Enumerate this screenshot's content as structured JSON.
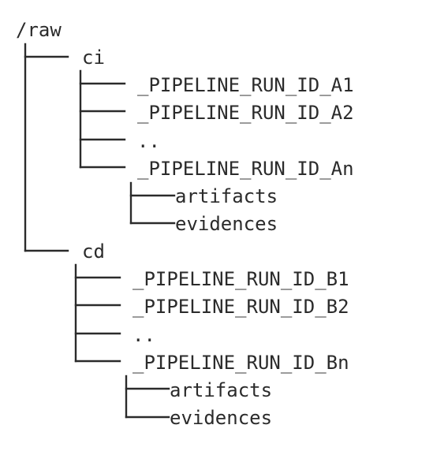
{
  "root": "/raw",
  "children": [
    {
      "name": "ci",
      "children": [
        {
          "name": "_PIPELINE_RUN_ID_A1"
        },
        {
          "name": "_PIPELINE_RUN_ID_A2"
        },
        {
          "name": ".."
        },
        {
          "name": "_PIPELINE_RUN_ID_An",
          "children": [
            {
              "name": "artifacts"
            },
            {
              "name": "evidences"
            }
          ]
        }
      ]
    },
    {
      "name": "cd",
      "children": [
        {
          "name": "_PIPELINE_RUN_ID_B1"
        },
        {
          "name": "_PIPELINE_RUN_ID_B2"
        },
        {
          "name": ".."
        },
        {
          "name": "_PIPELINE_RUN_ID_Bn",
          "children": [
            {
              "name": "artifacts"
            },
            {
              "name": "evidences"
            }
          ]
        }
      ]
    }
  ]
}
